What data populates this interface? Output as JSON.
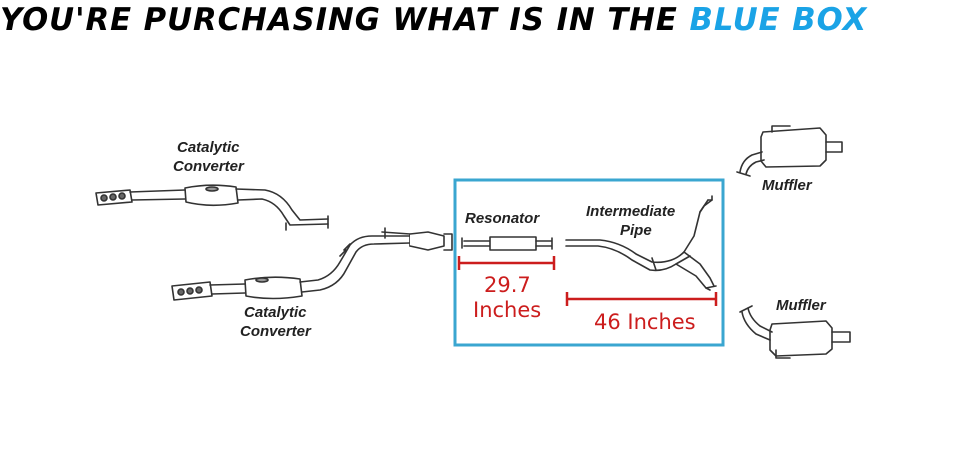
{
  "headline": {
    "prefix": "YOU'RE PURCHASING WHAT IS IN THE ",
    "highlight": "BLUE BOX",
    "highlight_color": "#1aa3e6"
  },
  "parts": {
    "catalytic_upper": [
      "Catalytic",
      "Converter"
    ],
    "catalytic_lower": [
      "Catalytic",
      "Converter"
    ],
    "resonator": "Resonator",
    "intermediate_pipe": [
      "Intermediate",
      "Pipe"
    ],
    "muffler_upper": "Muffler",
    "muffler_lower": "Muffler"
  },
  "dimensions": {
    "resonator_length": [
      "29.7",
      "Inches"
    ],
    "intermediate_length": "46 Inches"
  },
  "colors": {
    "box": "#3aa6d0",
    "dimension": "#cc1d1d",
    "line": "#333333"
  }
}
